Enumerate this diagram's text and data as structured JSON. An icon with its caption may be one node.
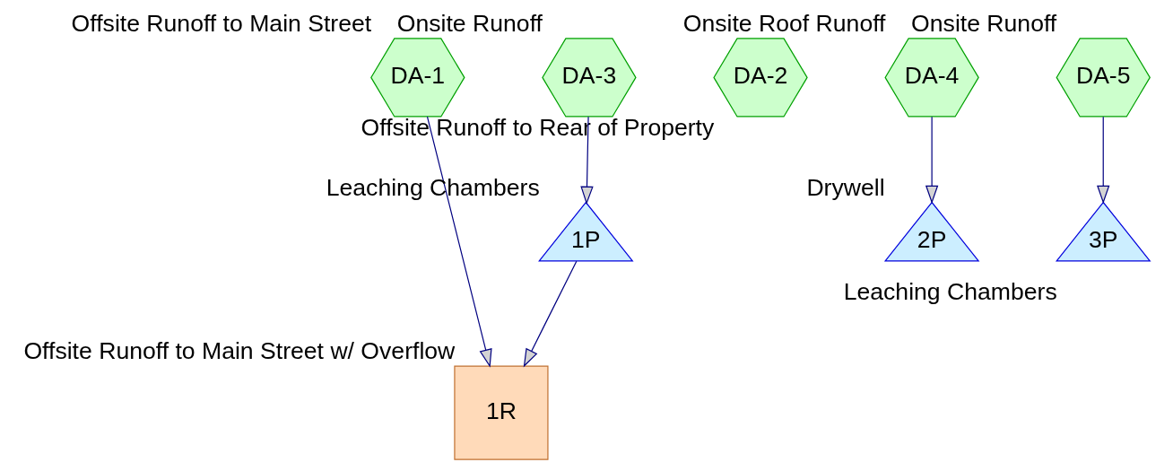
{
  "diagram": {
    "nodes": [
      {
        "text": [
          "DA-1"
        ],
        "beside": [
          "Offsite Runoff to Main Street"
        ]
      },
      {
        "text": [
          "DA-2"
        ],
        "beside": [
          "Offsite Runoff to Rear of Property"
        ]
      },
      {
        "text": [
          "DA-3"
        ],
        "beside": [
          "Onsite Runoff"
        ]
      },
      {
        "text": [
          "DA-4"
        ],
        "beside": [
          "Onsite Roof Runoff"
        ]
      },
      {
        "text": [
          "DA-5"
        ],
        "beside": [
          "Onsite Runoff"
        ]
      },
      {
        "text": [
          "1R"
        ],
        "beside": [
          "Offsite Runoff to Main Street w/ Overflow"
        ]
      },
      {
        "text": [
          "1P"
        ],
        "beside": [
          "Leaching Chambers"
        ]
      },
      {
        "text": [
          "2P"
        ],
        "beside": [
          "Drywell"
        ]
      },
      {
        "text": [
          "3P"
        ],
        "beside": [
          "Leaching Chambers"
        ]
      }
    ],
    "edges": [
      {
        "from": 0,
        "to": 5,
        "arrow": "to"
      },
      {
        "from": 6,
        "to": 5,
        "arrow": "to"
      },
      {
        "from": 2,
        "to": 6,
        "arrow": "to"
      },
      {
        "from": 3,
        "to": 7,
        "arrow": "to"
      },
      {
        "from": 4,
        "to": 8,
        "arrow": "to"
      }
    ]
  }
}
